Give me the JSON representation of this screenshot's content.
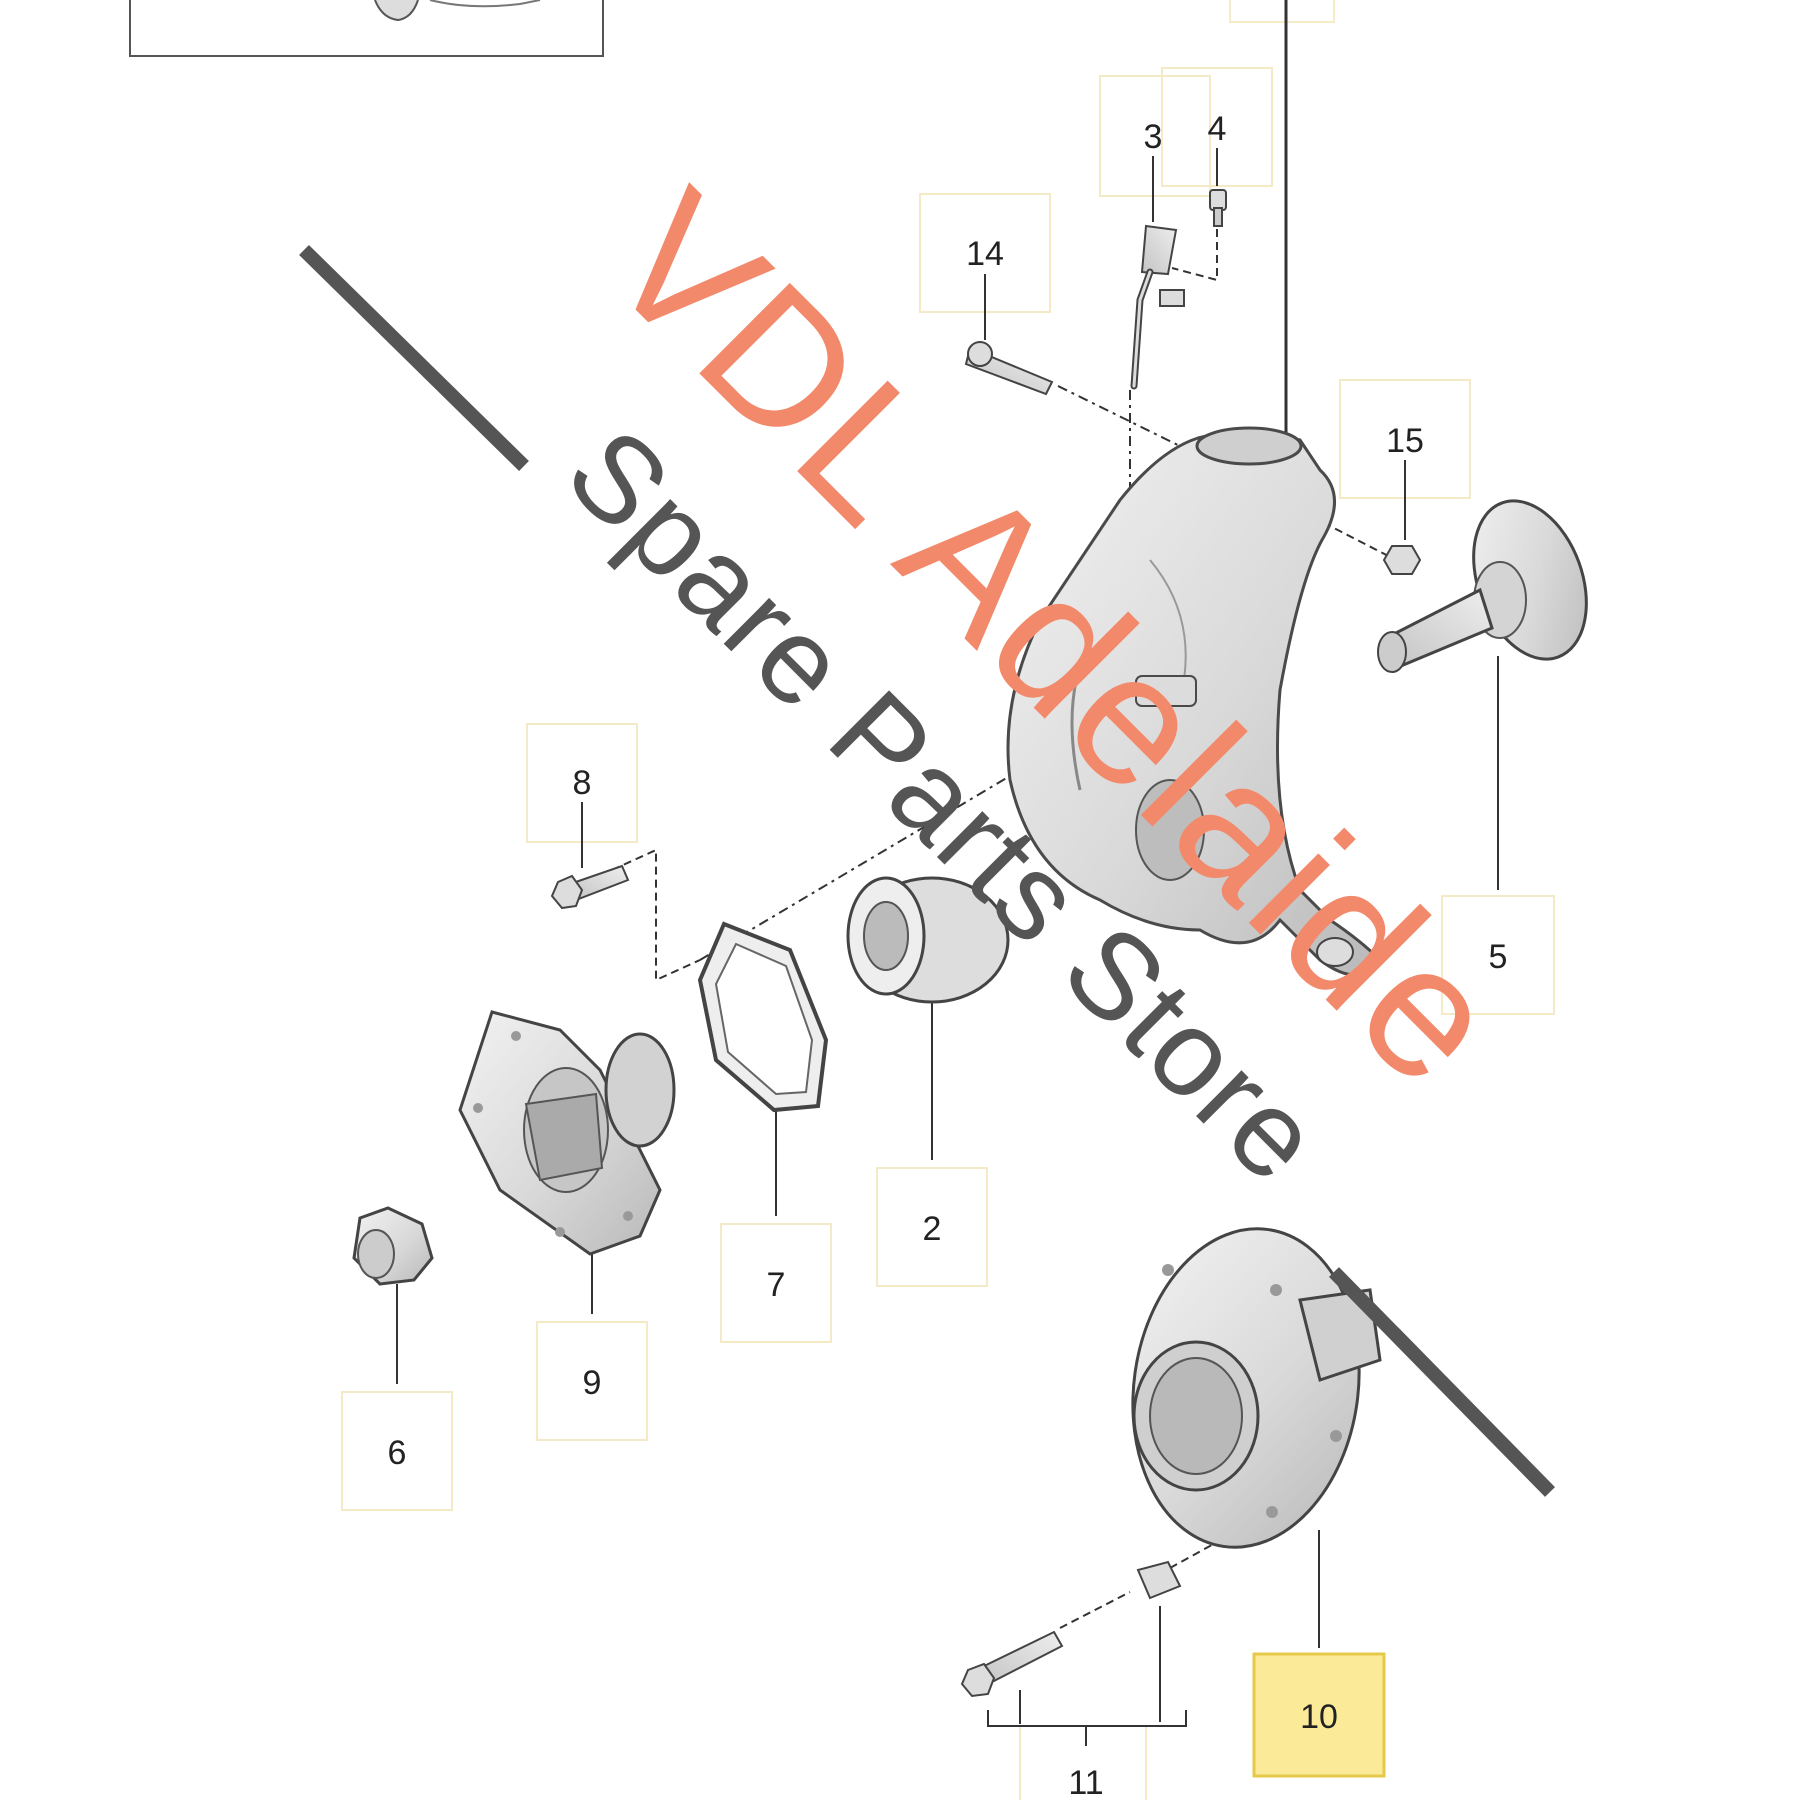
{
  "diagram": {
    "callouts": [
      {
        "id": "c3",
        "label": "3"
      },
      {
        "id": "c4",
        "label": "4"
      },
      {
        "id": "c14",
        "label": "14"
      },
      {
        "id": "c15",
        "label": "15"
      },
      {
        "id": "c8",
        "label": "8"
      },
      {
        "id": "c5",
        "label": "5"
      },
      {
        "id": "c2",
        "label": "2"
      },
      {
        "id": "c7",
        "label": "7"
      },
      {
        "id": "c9",
        "label": "9"
      },
      {
        "id": "c6",
        "label": "6"
      },
      {
        "id": "c10",
        "label": "10",
        "highlighted": true
      },
      {
        "id": "c11",
        "label": "11"
      }
    ],
    "parts": [
      {
        "id": "wheel-hub-carrier",
        "icon": "wheel-hub-carrier-icon"
      },
      {
        "id": "wheel-bearing",
        "icon": "wheel-bearing-icon"
      },
      {
        "id": "speed-sensor",
        "icon": "speed-sensor-icon"
      },
      {
        "id": "sensor-bolt",
        "icon": "bolt-icon"
      },
      {
        "id": "ball-joint",
        "icon": "ball-joint-icon"
      },
      {
        "id": "collar-nut",
        "icon": "nut-icon"
      },
      {
        "id": "gasket",
        "icon": "gasket-icon"
      },
      {
        "id": "bearing-bolt",
        "icon": "bolt-icon"
      },
      {
        "id": "drive-flange",
        "icon": "drive-flange-icon"
      },
      {
        "id": "wheel-hub",
        "icon": "wheel-hub-icon"
      },
      {
        "id": "hub-bolt",
        "icon": "bolt-icon"
      },
      {
        "id": "hex-bolt",
        "icon": "bolt-icon"
      },
      {
        "id": "self-locking-nut",
        "icon": "nut-icon"
      }
    ]
  },
  "watermark": {
    "line1": "VDL Adelaide",
    "line2": "Spare Parts Store"
  },
  "colors": {
    "watermark_primary": "#f2896b",
    "watermark_secondary": "#555555",
    "callout_box": "#fbf2cf",
    "callout_highlight_fill": "#fbeb99",
    "callout_highlight_border": "#e6c94a",
    "part_fill": "#e6e6e6",
    "part_stroke": "#4a4a4a"
  }
}
